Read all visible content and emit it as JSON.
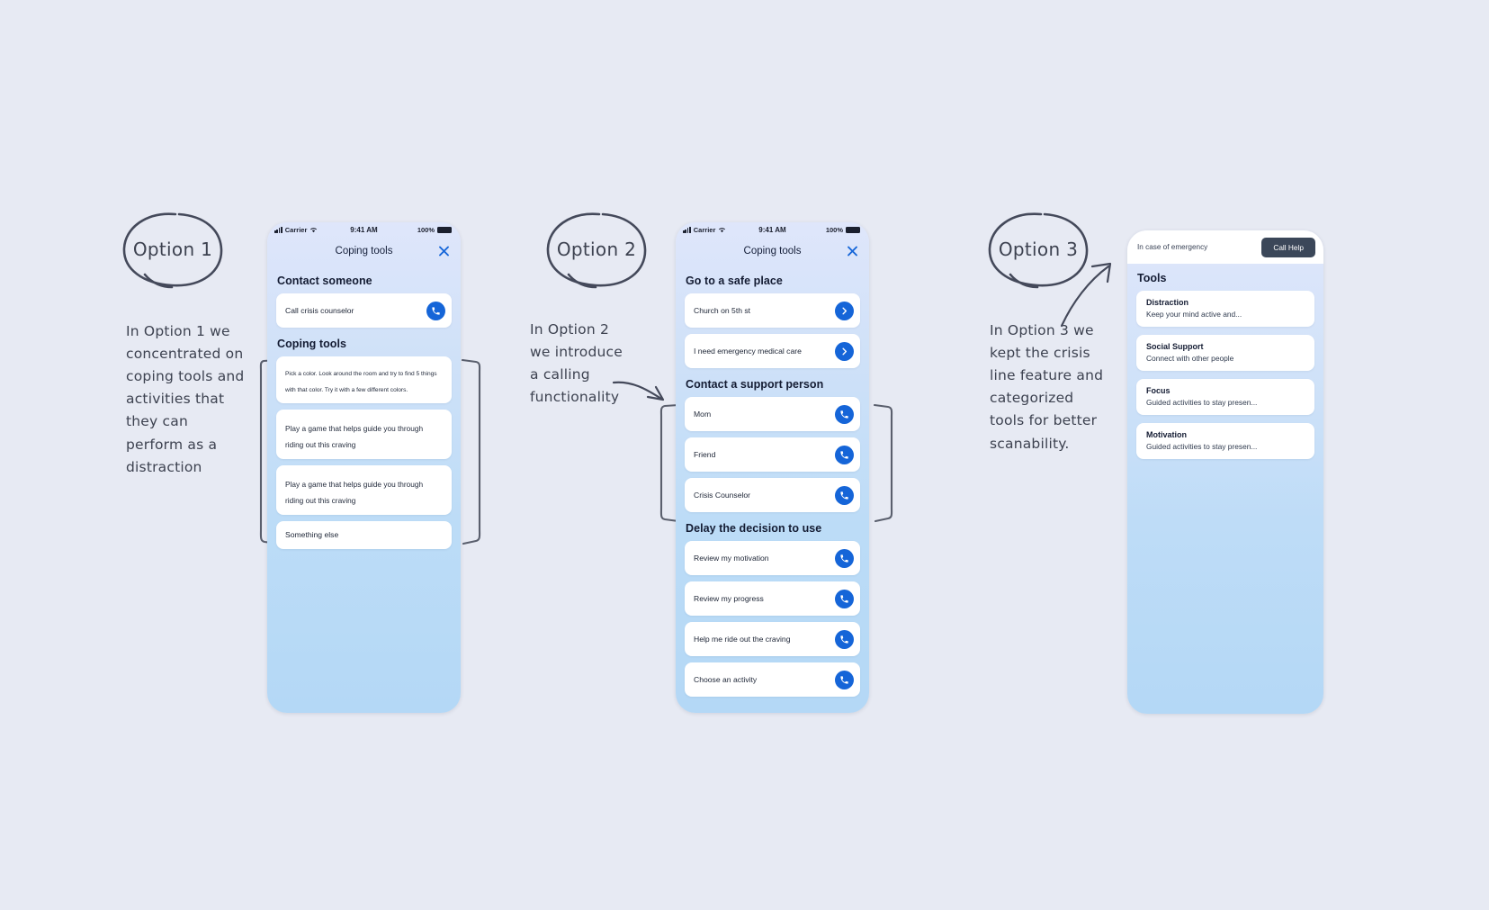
{
  "canvas": {
    "background": "#e7eaf3"
  },
  "accent": {
    "blue": "#1565d8",
    "dark": "#3b4759",
    "text": "#141c33"
  },
  "annotations": [
    {
      "bubble": "Option 1",
      "note": "In Option 1 we concentrated on coping tools and activities that they can perform as a distraction"
    },
    {
      "bubble": "Option 2",
      "note": "In Option 2 we introduce a calling functionality"
    },
    {
      "bubble": "Option 3",
      "note": "In Option 3 we kept the crisis line feature and categorized tools for better scanability."
    }
  ],
  "status_bar": {
    "carrier": "Carrier",
    "time": "9:41 AM",
    "battery": "100%"
  },
  "option1": {
    "nav_title": "Coping tools",
    "close_icon": "close-icon",
    "sections": [
      {
        "title": "Contact someone",
        "items": [
          {
            "label": "Call crisis counselor",
            "action_icon": "phone-icon"
          }
        ]
      },
      {
        "title": "Coping tools",
        "items": [
          {
            "label": "Pick a color. Look around the room and try to find 5 things with that color. Try it with a few different colors."
          },
          {
            "label": "Play a game that helps guide you through riding out this craving"
          },
          {
            "label": "Play a game that helps guide you through riding out this craving"
          },
          {
            "label": "Something else"
          }
        ]
      }
    ]
  },
  "option2": {
    "nav_title": "Coping tools",
    "close_icon": "close-icon",
    "sections": [
      {
        "title": "Go to a safe place",
        "items": [
          {
            "label": "Church on 5th st",
            "action_icon": "chevron-right-icon"
          },
          {
            "label": "I need emergency medical care",
            "action_icon": "chevron-right-icon"
          }
        ]
      },
      {
        "title": "Contact a support person",
        "items": [
          {
            "label": "Mom",
            "action_icon": "phone-icon"
          },
          {
            "label": "Friend",
            "action_icon": "phone-icon"
          },
          {
            "label": "Crisis Counselor",
            "action_icon": "phone-icon"
          }
        ]
      },
      {
        "title": "Delay the decision to use",
        "items": [
          {
            "label": "Review my motivation",
            "action_icon": "phone-icon"
          },
          {
            "label": "Review my progress",
            "action_icon": "phone-icon"
          },
          {
            "label": "Help me ride out the craving",
            "action_icon": "phone-icon"
          },
          {
            "label": "Choose an activity",
            "action_icon": "phone-icon"
          }
        ]
      }
    ]
  },
  "option3": {
    "emergency_text": "In case of emergency",
    "call_help_label": "Call Help",
    "tools_title": "Tools",
    "tools": [
      {
        "title": "Distraction",
        "subtitle": "Keep your mind active and..."
      },
      {
        "title": "Social Support",
        "subtitle": "Connect with other people"
      },
      {
        "title": "Focus",
        "subtitle": "Guided activities to stay presen..."
      },
      {
        "title": "Motivation",
        "subtitle": "Guided activities to stay presen..."
      }
    ]
  }
}
